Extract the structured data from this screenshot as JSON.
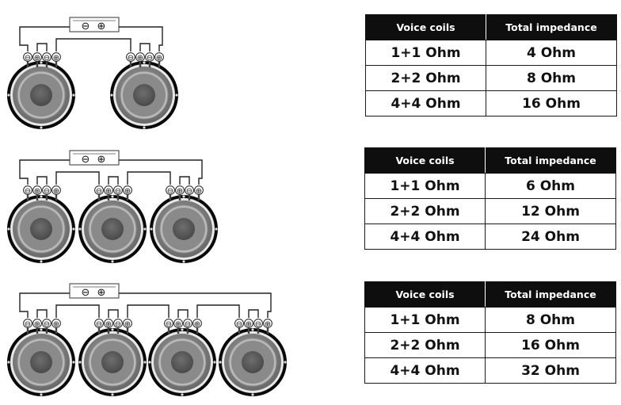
{
  "amp_symbols": {
    "minus": "⊖",
    "plus": "⊕"
  },
  "speaker_terminals": [
    "⊖",
    "⊕",
    "⊖",
    "⊕"
  ],
  "colors": {
    "header_bg": "#0e0e0e",
    "header_text": "#ffffff",
    "wire": "#222222",
    "speaker_cone": "#7d7d7d"
  },
  "configs": [
    {
      "speakers": 2,
      "table": {
        "headers": [
          "Voice coils",
          "Total impedance"
        ],
        "rows": [
          [
            "1+1 Ohm",
            "4 Ohm"
          ],
          [
            "2+2 Ohm",
            "8 Ohm"
          ],
          [
            "4+4 Ohm",
            "16 Ohm"
          ]
        ]
      }
    },
    {
      "speakers": 3,
      "table": {
        "headers": [
          "Voice coils",
          "Total impedance"
        ],
        "rows": [
          [
            "1+1 Ohm",
            "6 Ohm"
          ],
          [
            "2+2 Ohm",
            "12 Ohm"
          ],
          [
            "4+4 Ohm",
            "24 Ohm"
          ]
        ]
      }
    },
    {
      "speakers": 4,
      "table": {
        "headers": [
          "Voice coils",
          "Total impedance"
        ],
        "rows": [
          [
            "1+1 Ohm",
            "8 Ohm"
          ],
          [
            "2+2 Ohm",
            "16 Ohm"
          ],
          [
            "4+4 Ohm",
            "32 Ohm"
          ]
        ]
      }
    }
  ]
}
